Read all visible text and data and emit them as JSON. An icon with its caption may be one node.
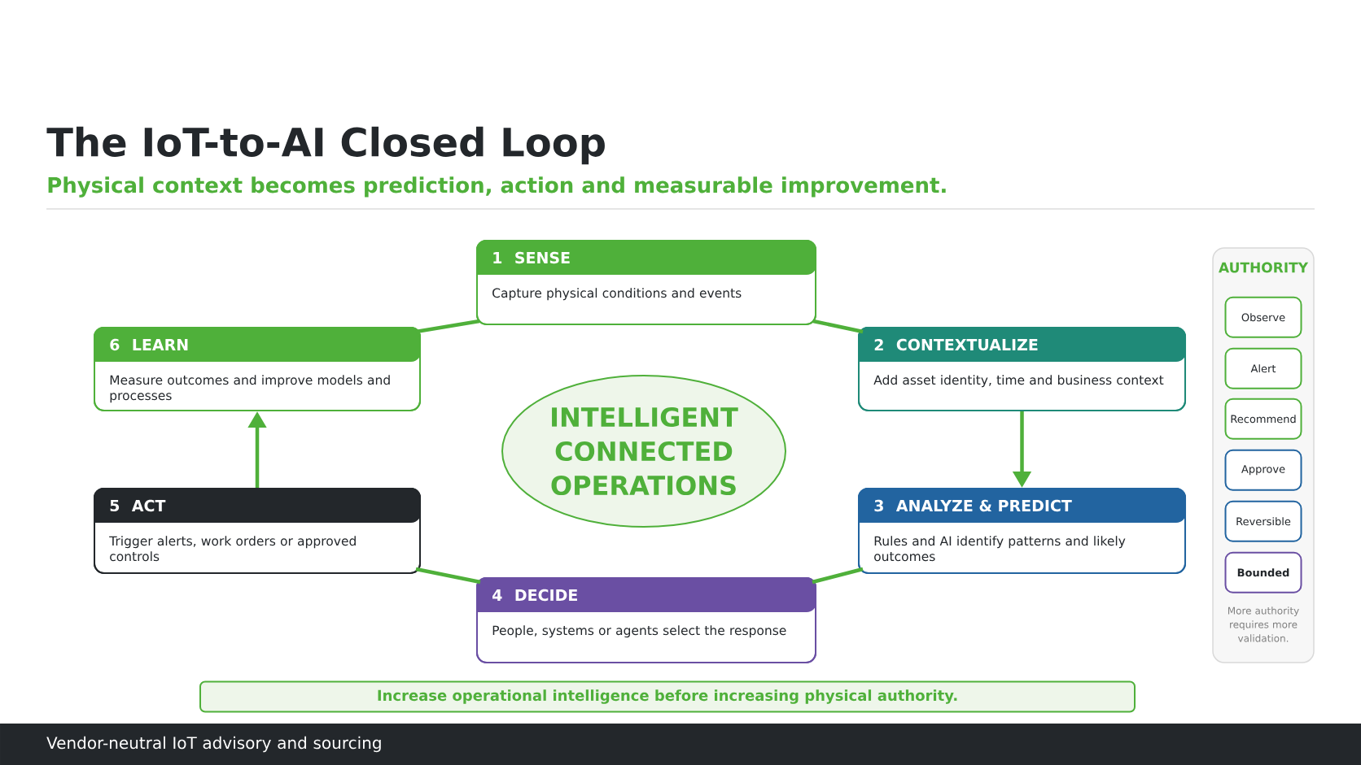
{
  "diagram": {
    "title": "The IoT-to-AI Closed Loop",
    "nodes": [
      {
        "text": [
          "1",
          "SENSE",
          "Capture physical conditions and events"
        ]
      },
      {
        "text": [
          "2",
          "CONTEXTUALIZE",
          "Add asset identity, time and business context"
        ]
      },
      {
        "text": [
          "3",
          "ANALYZE & PREDICT",
          "Rules and AI identify patterns and likely outcomes"
        ]
      },
      {
        "text": [
          "4",
          "DECIDE",
          "People, systems or agents select the response"
        ]
      },
      {
        "text": [
          "5",
          "ACT",
          "Trigger alerts, work orders or approved controls"
        ]
      },
      {
        "text": [
          "6",
          "LEARN",
          "Measure outcomes and improve models and processes"
        ]
      },
      {
        "text": [
          "INTELLIGENT CONNECTED OPERATIONS"
        ]
      },
      {
        "text": [
          "AUTHORITY",
          "More authority requires more validation."
        ]
      },
      {
        "text": [
          "Observe"
        ],
        "in": 7
      },
      {
        "text": [
          "Alert"
        ],
        "in": 7
      },
      {
        "text": [
          "Recommend"
        ],
        "in": 7
      },
      {
        "text": [
          "Approve"
        ],
        "in": 7
      },
      {
        "text": [
          "Reversible"
        ],
        "in": 7
      },
      {
        "text": [
          "Bounded"
        ],
        "in": 7
      },
      {
        "text": [
          "Increase operational intelligence before increasing physical authority."
        ]
      },
      {
        "text": [
          "Vendor-neutral IoT advisory and sourcing"
        ]
      }
    ],
    "edges": [
      {
        "from": 0,
        "to": 1,
        "arrow": "none"
      },
      {
        "from": 1,
        "to": 2,
        "arrow": "to"
      },
      {
        "from": 2,
        "to": 3,
        "arrow": "none"
      },
      {
        "from": 3,
        "to": 4,
        "arrow": "none"
      },
      {
        "from": 4,
        "to": 5,
        "arrow": "to"
      },
      {
        "from": 5,
        "to": 0,
        "arrow": "none"
      }
    ],
    "labels": [
      "Physical context becomes prediction, action and measurable improvement."
    ]
  }
}
